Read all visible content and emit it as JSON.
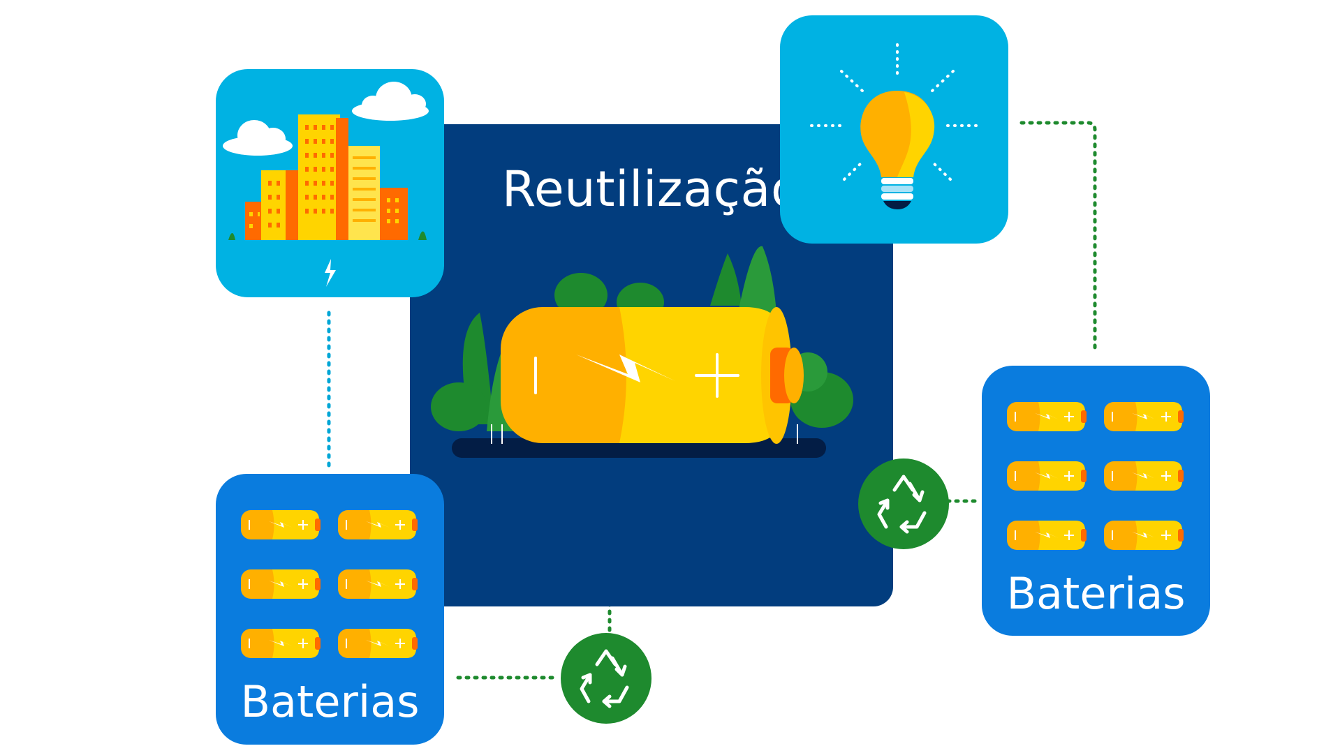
{
  "diagram": {
    "center": {
      "title": "Reutilização"
    },
    "left_batteries": {
      "label": "Baterias"
    },
    "right_batteries": {
      "label": "Baterias"
    },
    "icons": [
      "city-buildings-icon",
      "lightbulb-icon",
      "battery-icon",
      "recycle-icon"
    ],
    "colors": {
      "navy": "#023d7e",
      "sky": "#00b2e3",
      "blue": "#0a7cde",
      "green": "#1e8a2e",
      "yellow": "#ffd400",
      "orange": "#ffb000"
    }
  }
}
